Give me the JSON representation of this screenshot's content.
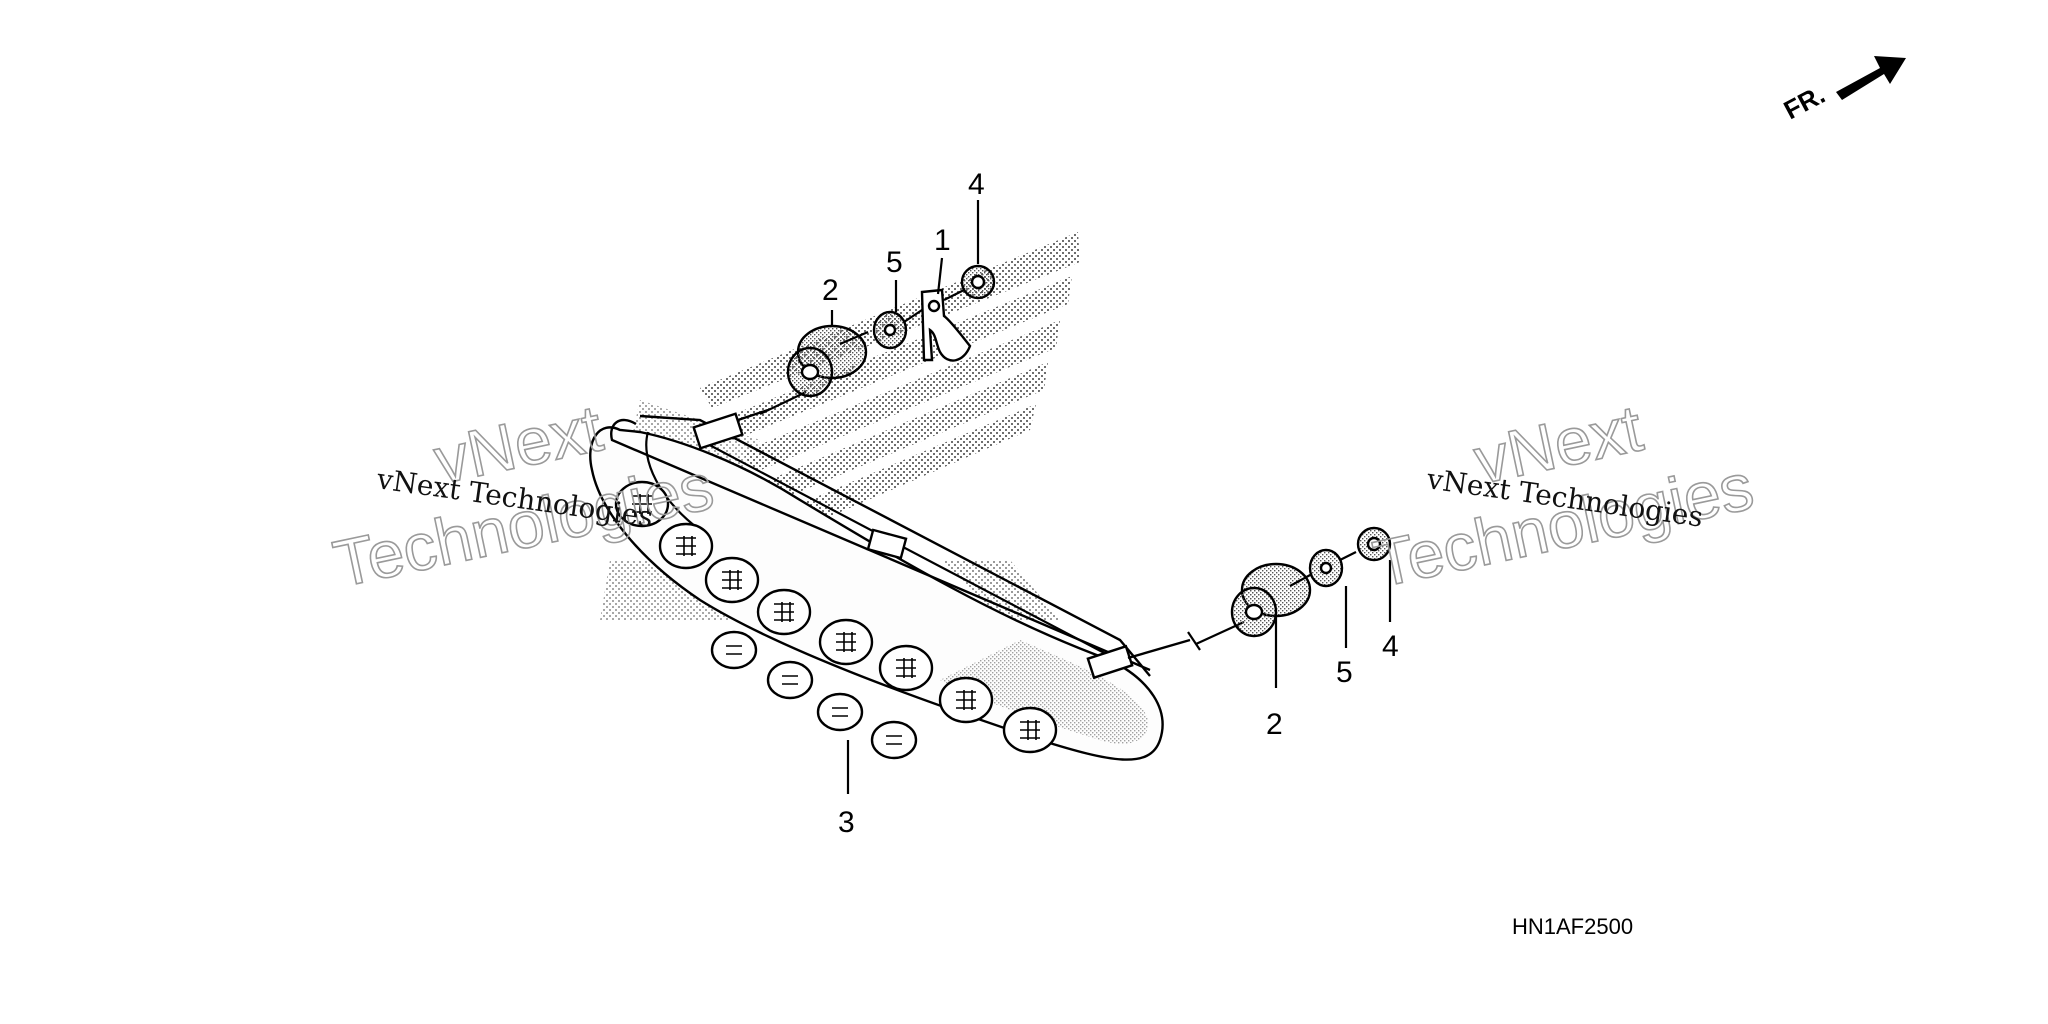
{
  "diagram": {
    "front_arrow_label": "FR.",
    "drawing_code": "HN1AF2500",
    "callouts": [
      {
        "id": "c1",
        "label": "1"
      },
      {
        "id": "c2a",
        "label": "2"
      },
      {
        "id": "c2b",
        "label": "2"
      },
      {
        "id": "c3",
        "label": "3"
      },
      {
        "id": "c4a",
        "label": "4"
      },
      {
        "id": "c4b",
        "label": "4"
      },
      {
        "id": "c5a",
        "label": "5"
      },
      {
        "id": "c5b",
        "label": "5"
      }
    ],
    "watermarks": [
      {
        "line1": "vNext",
        "line2": "Technologies",
        "caption": "vNext Technologies"
      },
      {
        "line1": "vNext",
        "line2": "Technologies",
        "caption": "vNext Technologies"
      }
    ]
  }
}
